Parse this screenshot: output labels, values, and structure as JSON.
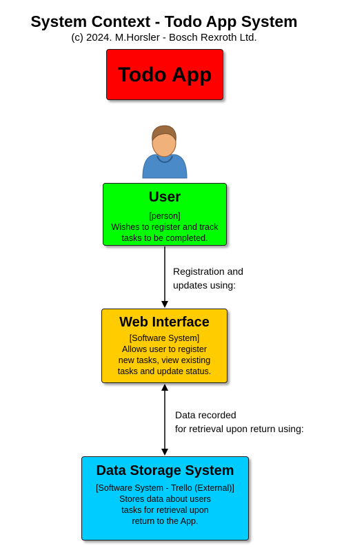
{
  "diagram": {
    "title": "System Context - Todo App System",
    "subtitle": "(c) 2024. M.Horsler - Bosch Rexroth Ltd.",
    "nodes": {
      "app": {
        "title": "Todo App",
        "color": "#ff0000"
      },
      "user": {
        "title": "User",
        "type": "[person]",
        "desc": [
          "Wishes to register and track",
          "tasks to be completed."
        ],
        "color": "#00ff00",
        "icon": "person-icon"
      },
      "web": {
        "title": "Web Interface",
        "type": "[Software System]",
        "desc": [
          "Allows user to register",
          "new tasks, view existing",
          "tasks and update status."
        ],
        "color": "#ffcc00"
      },
      "data": {
        "title": "Data Storage System",
        "type": "[Software System - Trello (External)]",
        "desc": [
          "Stores data about users",
          "tasks for retrieval upon",
          "return to the App."
        ],
        "color": "#00ccff"
      }
    },
    "edges": [
      {
        "from": "user",
        "to": "web",
        "direction": "one-way",
        "label": [
          "Registration and",
          "updates using:"
        ]
      },
      {
        "from": "web",
        "to": "data",
        "direction": "two-way",
        "label": [
          "Data recorded",
          "for retrieval upon return using:"
        ]
      }
    ]
  }
}
